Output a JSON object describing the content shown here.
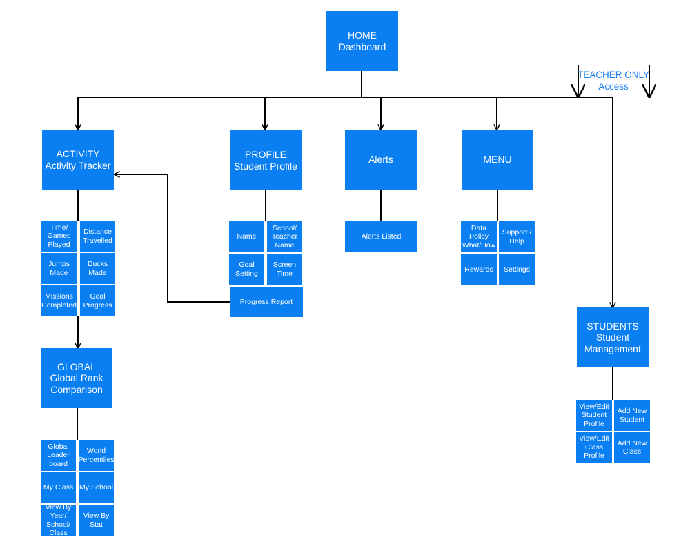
{
  "home": {
    "label": "HOME\nDashboard"
  },
  "teacher_note": "TEACHER ONLY\nAccess",
  "activity": {
    "label": "ACTIVITY\nActivity Tracker",
    "items": [
      "Time/\nGames\nPlayed",
      "Distance\nTravelled",
      "Jumps\nMade",
      "Ducks\nMade",
      "Missions\nCompleted",
      "Goal\nProgress"
    ]
  },
  "global": {
    "label": "GLOBAL\nGlobal Rank\nComparison",
    "items": [
      "Global\nLeader\nboard",
      "World\nPercentiles",
      "My Class",
      "My School",
      "View By\nYear/\nSchool/\nClass",
      "View By\nStat"
    ]
  },
  "profile": {
    "label": "PROFILE\nStudent Profile",
    "items": [
      "Name",
      "School/\nTeacher\nName",
      "Goal\nSetting",
      "Screen\nTime"
    ],
    "progress_report": "Progress Report"
  },
  "alerts": {
    "label": "Alerts",
    "items": [
      "Alerts Listed"
    ]
  },
  "menu": {
    "label": "MENU",
    "items": [
      "Data Policy\nWhat/How",
      "Support /\nHelp",
      "Rewards",
      "Settings"
    ]
  },
  "students": {
    "label": "STUDENTS\nStudent\nManagement",
    "items": [
      "View/Edit\nStudent\nProfile",
      "Add New\nStudent",
      "View/Edit\nClass\nProfile",
      "Add New\nClass"
    ]
  },
  "colors": {
    "box": "#0a7ff2",
    "note": "#1a7ff0",
    "line": "#000000"
  }
}
